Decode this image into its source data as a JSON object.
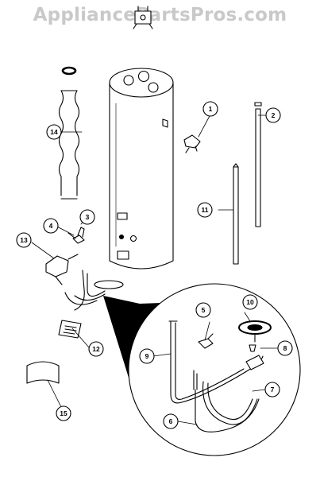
{
  "watermark": "AppliancePartsPros.com",
  "callouts": [
    "1",
    "2",
    "3",
    "4",
    "5",
    "6",
    "7",
    "8",
    "9",
    "10",
    "11",
    "12",
    "13",
    "14",
    "15"
  ],
  "colors": {
    "line": "#000000",
    "watermark": "#c9c9c9",
    "background": "#ffffff"
  }
}
